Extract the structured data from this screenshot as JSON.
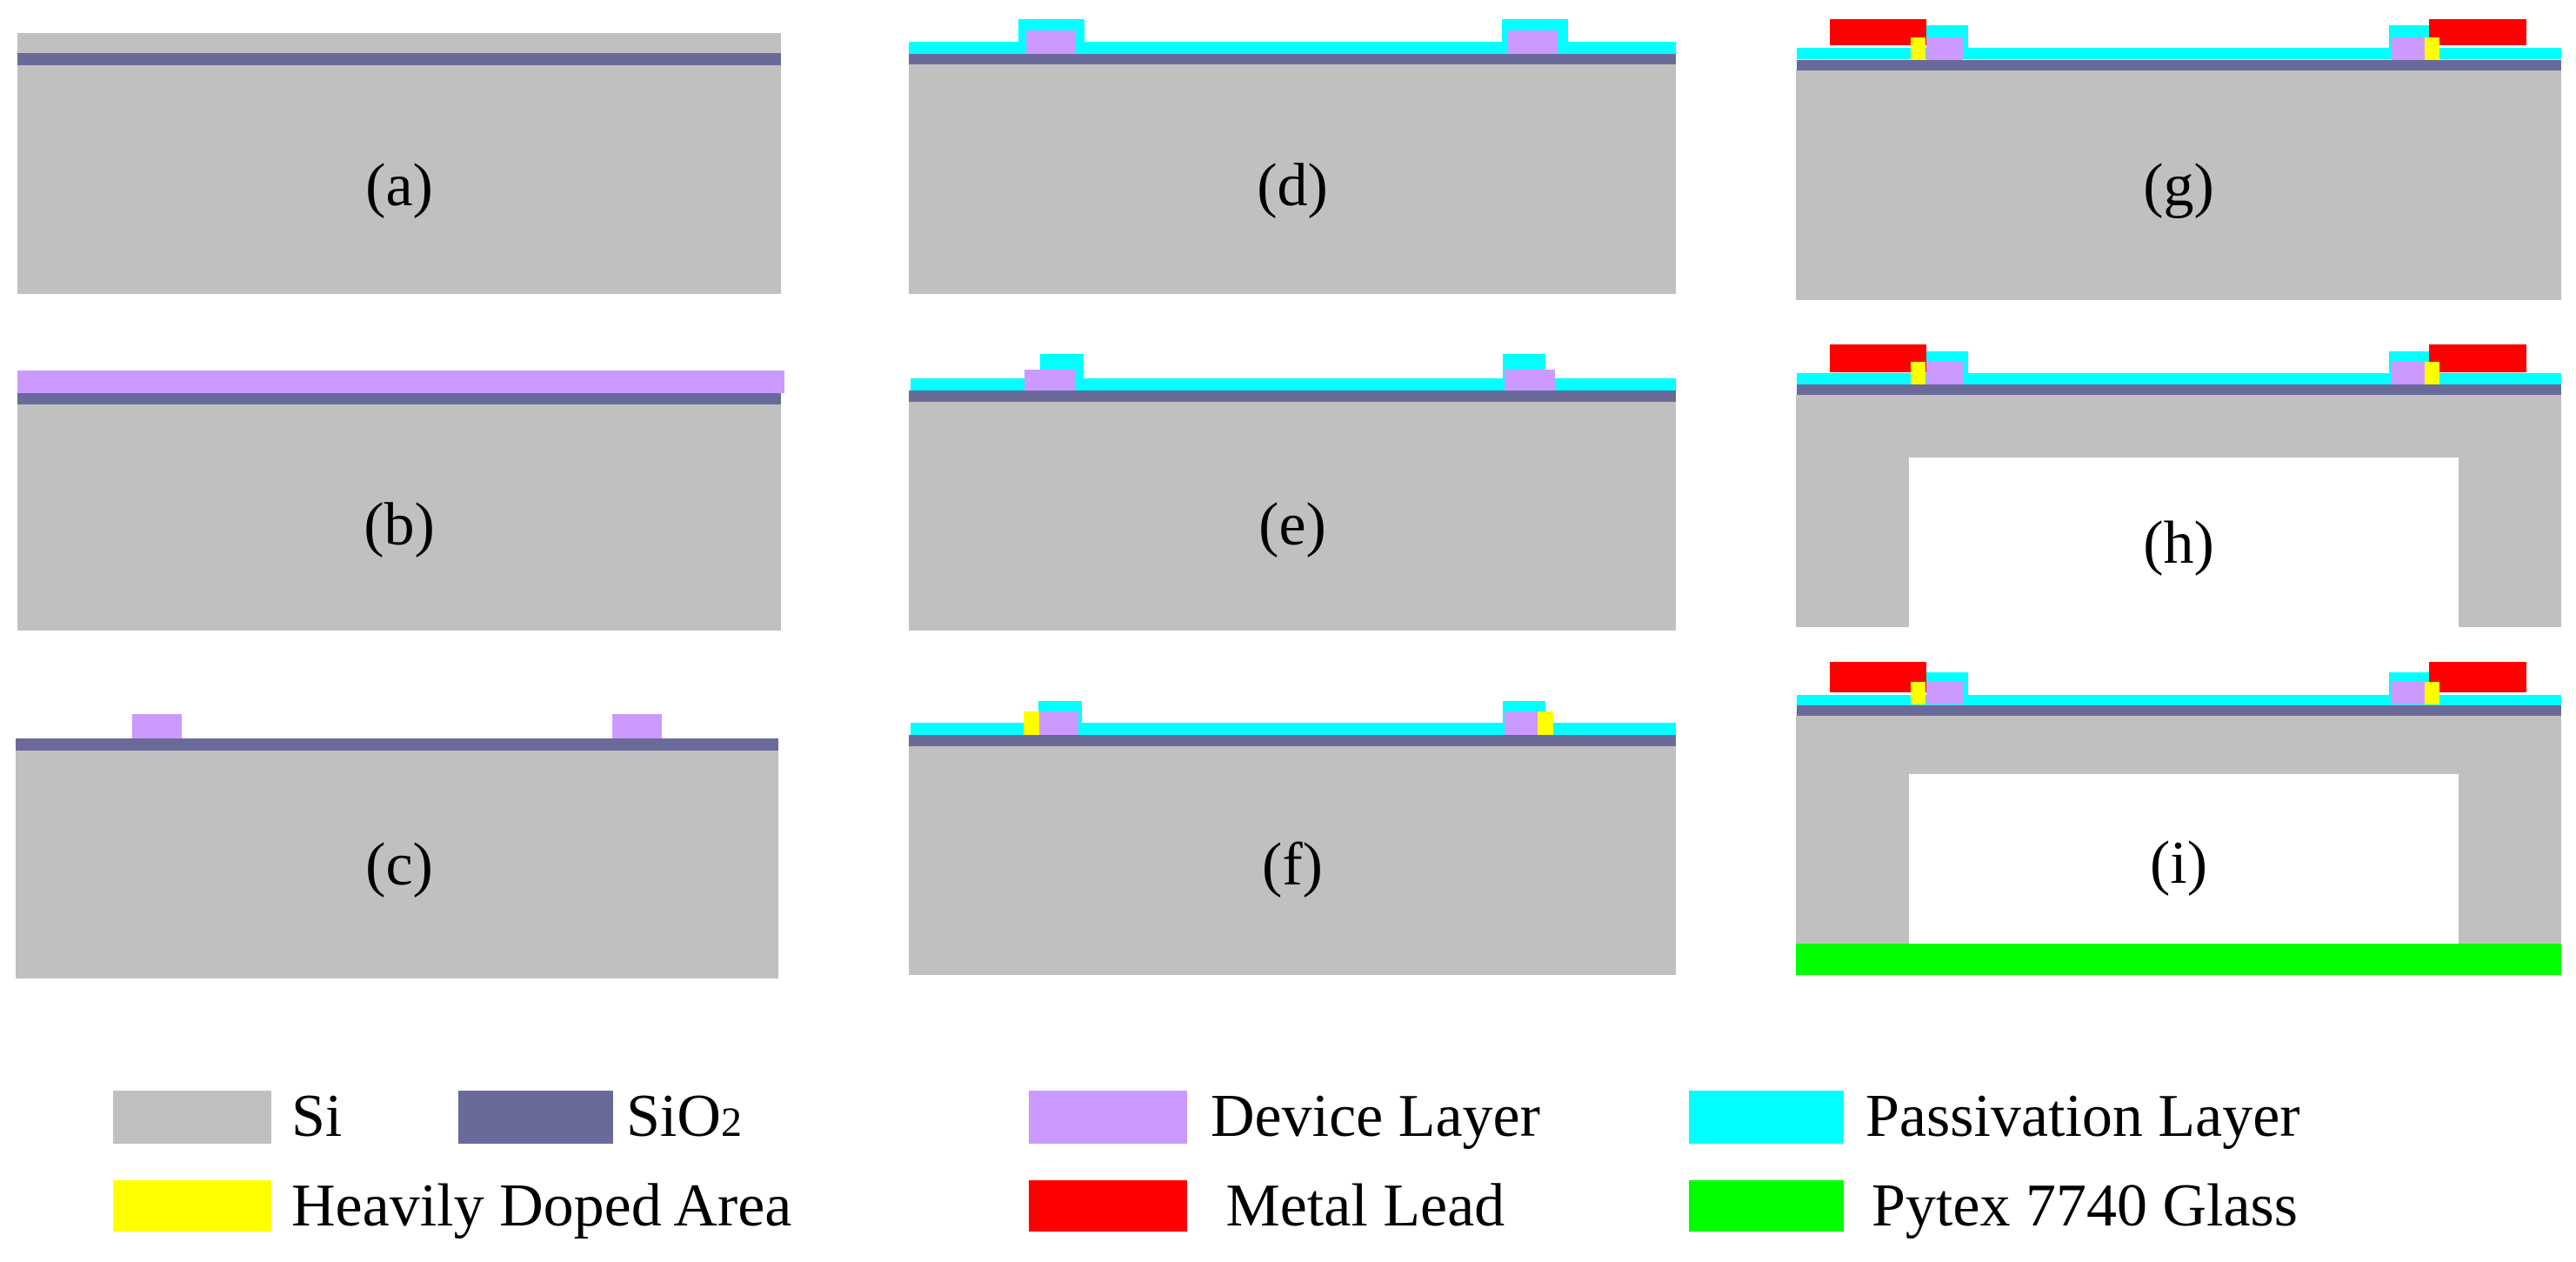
{
  "diagram": {
    "panels": [
      {
        "id": "a",
        "label": "(a)"
      },
      {
        "id": "b",
        "label": "(b)"
      },
      {
        "id": "c",
        "label": "(c)"
      },
      {
        "id": "d",
        "label": "(d)"
      },
      {
        "id": "e",
        "label": "(e)"
      },
      {
        "id": "f",
        "label": "(f)"
      },
      {
        "id": "g",
        "label": "(g)"
      },
      {
        "id": "h",
        "label": "(h)"
      },
      {
        "id": "i",
        "label": "(i)"
      }
    ]
  },
  "legend": {
    "items": [
      {
        "id": "si",
        "label": "Si",
        "color": "#c0c0c0"
      },
      {
        "id": "sio2",
        "label": "SiO",
        "sub": "2",
        "color": "#6a6a9a"
      },
      {
        "id": "device",
        "label": "Device Layer",
        "color": "#cc99ff"
      },
      {
        "id": "passivation",
        "label": "Passivation Layer",
        "color": "#00ffff"
      },
      {
        "id": "doped",
        "label": "Heavily Doped Area",
        "color": "#ffff00"
      },
      {
        "id": "metal",
        "label": " Metal Lead",
        "color": "#ff0000"
      },
      {
        "id": "glass",
        "label": "Pytex 7740 Glass",
        "color": "#00ff00"
      }
    ]
  }
}
